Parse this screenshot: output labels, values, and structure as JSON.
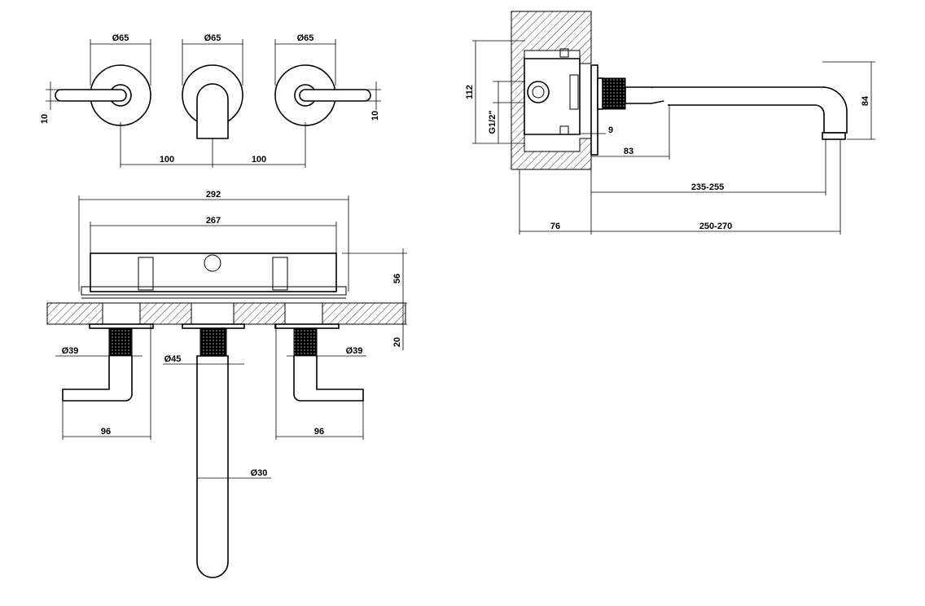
{
  "dims": {
    "front_d65_left": "Ø65",
    "front_d65_mid": "Ø65",
    "front_d65_right": "Ø65",
    "h10_left": "10",
    "h10_right": "10",
    "spacing_left": "100",
    "spacing_right": "100",
    "w292": "292",
    "w267": "267",
    "h56": "56",
    "h20": "20",
    "d39_left": "Ø39",
    "d39_right": "Ø39",
    "d45": "Ø45",
    "w96_left": "96",
    "w96_right": "96",
    "d30": "Ø30",
    "side_112": "112",
    "side_g12": "G1/2\"",
    "side_9": "9",
    "side_83": "83",
    "side_84": "84",
    "side_235": "235-255",
    "side_76": "76",
    "side_250": "250-270"
  }
}
